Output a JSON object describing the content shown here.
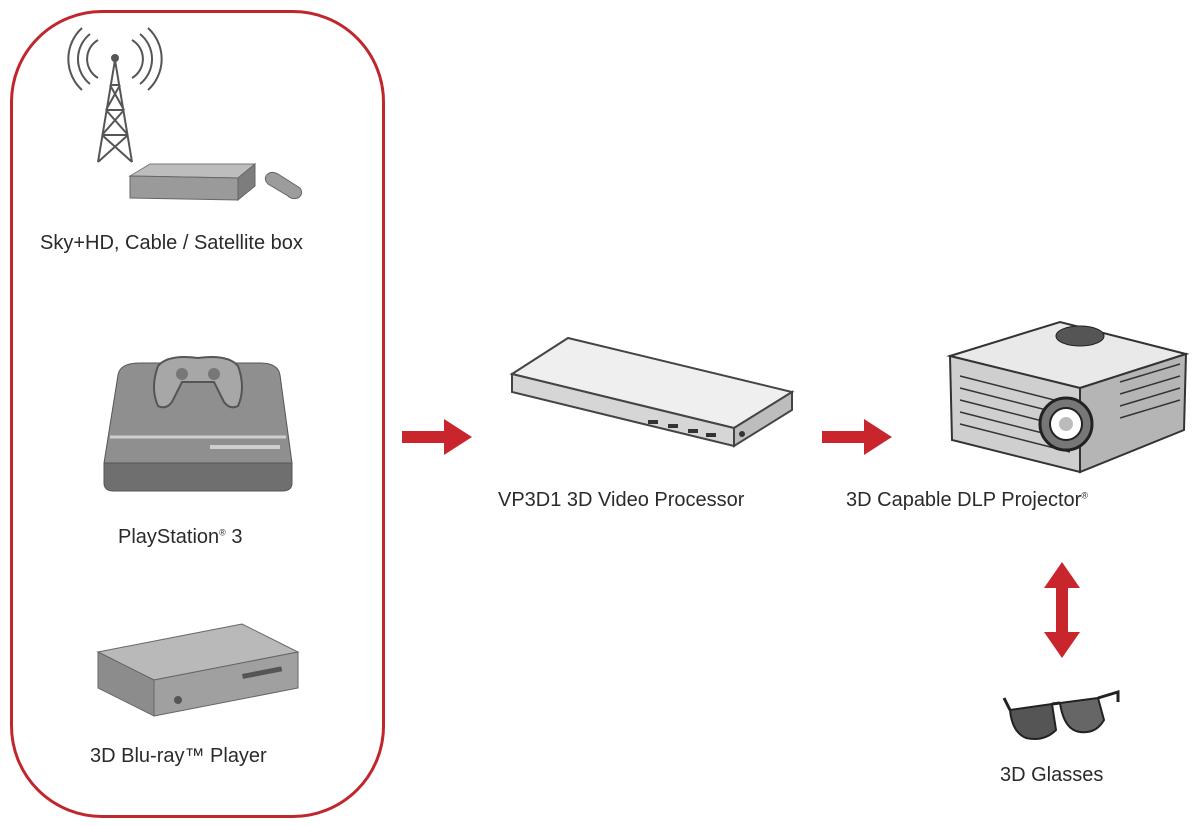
{
  "sources": {
    "satellite": {
      "label": "Sky+HD, Cable / Satellite box"
    },
    "playstation": {
      "label": "PlayStation",
      "mark": "®",
      "suffix": " 3"
    },
    "bluray": {
      "label": "3D Blu-ray™ Player"
    }
  },
  "processor": {
    "label": "VP3D1 3D Video Processor"
  },
  "projector": {
    "label": "3D Capable DLP  Projector",
    "mark": "®"
  },
  "glasses": {
    "label": "3D Glasses"
  },
  "colors": {
    "frame": "#c0272d",
    "arrow": "#c9252c",
    "device": "#8a8a8a"
  },
  "icons": [
    "antenna-tower-icon",
    "set-top-box-icon",
    "remote-icon",
    "game-console-icon",
    "controller-icon",
    "bluray-player-icon",
    "video-processor-icon",
    "projector-icon",
    "glasses-icon"
  ]
}
